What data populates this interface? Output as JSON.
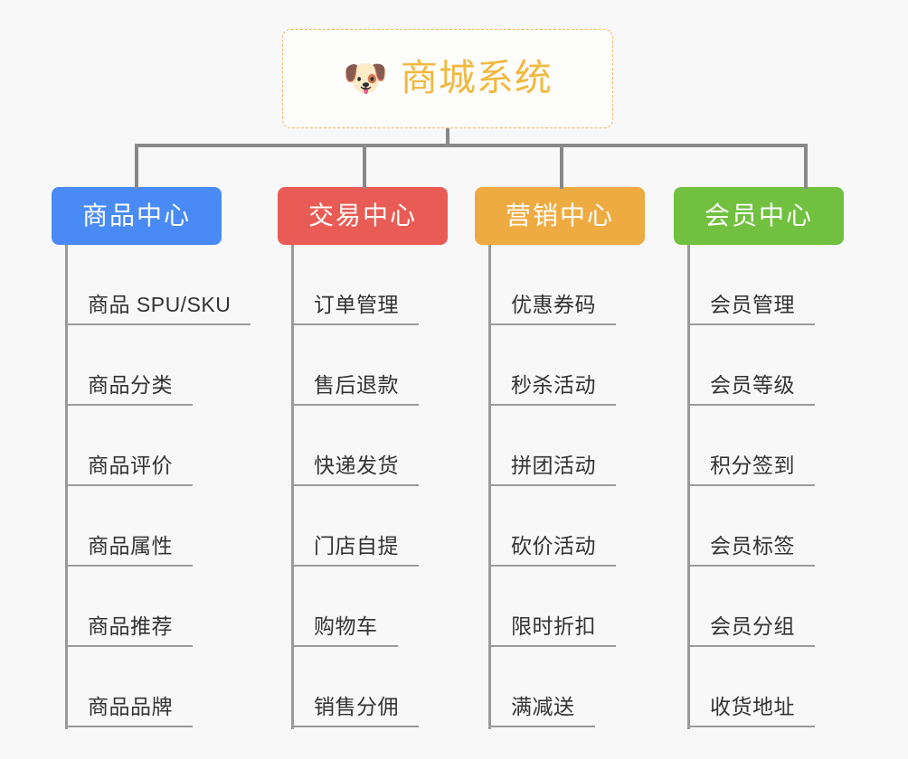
{
  "background_color": "#f8f8f8",
  "root": {
    "icon": "dog-face-icon",
    "icon_glyph": "🐶",
    "title": "商城系统",
    "title_color": "#f0b93f",
    "border_color": "#e9b96b",
    "background_color": "#fdfdfc"
  },
  "connector_color": "#888888",
  "columns": [
    {
      "id": "product-center",
      "label": "商品中心",
      "color": "#4a8af4",
      "items": [
        "商品 SPU/SKU",
        "商品分类",
        "商品评价",
        "商品属性",
        "商品推荐",
        "商品品牌"
      ]
    },
    {
      "id": "trade-center",
      "label": "交易中心",
      "color": "#e85c55",
      "items": [
        "订单管理",
        "售后退款",
        "快递发货",
        "门店自提",
        "购物车",
        "销售分佣"
      ]
    },
    {
      "id": "marketing-center",
      "label": "营销中心",
      "color": "#eeab42",
      "items": [
        "优惠券码",
        "秒杀活动",
        "拼团活动",
        "砍价活动",
        "限时折扣",
        "满减送"
      ]
    },
    {
      "id": "member-center",
      "label": "会员中心",
      "color": "#72c040",
      "items": [
        "会员管理",
        "会员等级",
        "积分签到",
        "会员标签",
        "会员分组",
        "收货地址"
      ]
    }
  ]
}
